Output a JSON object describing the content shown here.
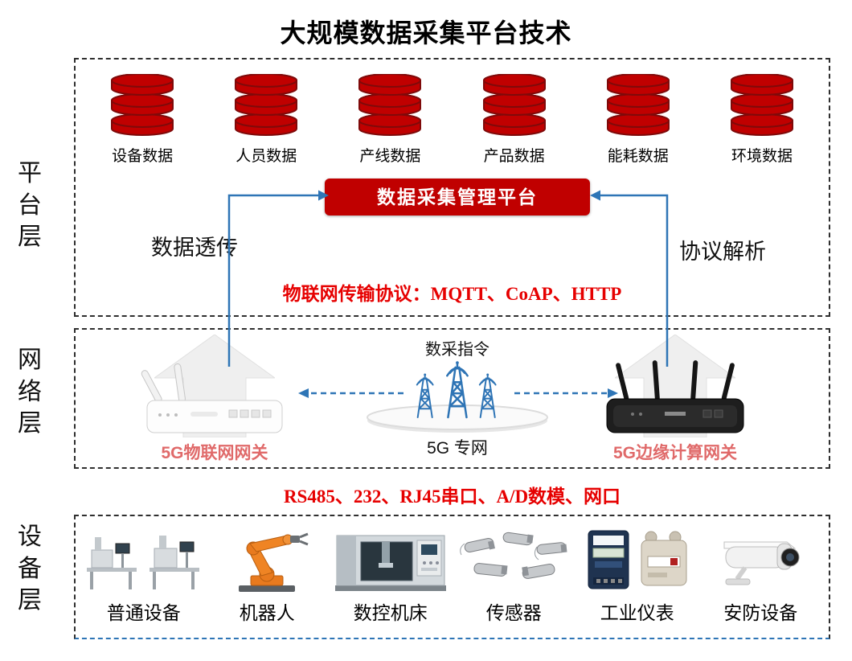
{
  "title": "大规模数据采集平台技术",
  "platform_layer": {
    "label": "平台层",
    "databases": [
      {
        "label": "设备数据"
      },
      {
        "label": "人员数据"
      },
      {
        "label": "产线数据"
      },
      {
        "label": "产品数据"
      },
      {
        "label": "能耗数据"
      },
      {
        "label": "环境数据"
      }
    ],
    "management_platform": "数据采集管理平台",
    "left_flow": "数据透传",
    "right_flow": "协议解析",
    "protocol_note": "物联网传输协议：MQTT、CoAP、HTTP"
  },
  "network_layer": {
    "label": "网络层",
    "command_label": "数采指令",
    "network_name": "5G 专网",
    "left_gateway": "5G物联网网关",
    "right_gateway": "5G边缘计算网关"
  },
  "device_layer": {
    "label": "设备层",
    "interface_note": "RS485、232、RJ45串口、A/D数模、网口",
    "devices": [
      {
        "label": "普通设备"
      },
      {
        "label": "机器人"
      },
      {
        "label": "数控机床"
      },
      {
        "label": "传感器"
      },
      {
        "label": "工业仪表"
      },
      {
        "label": "安防设备"
      }
    ]
  },
  "colors": {
    "database_red": "#C00000",
    "platform_box_red": "#C00000",
    "arrow_blue": "#2E75B6",
    "note_red": "#E60000",
    "gateway_label_pink": "#E06A6A",
    "robot_orange": "#E87A1E"
  }
}
